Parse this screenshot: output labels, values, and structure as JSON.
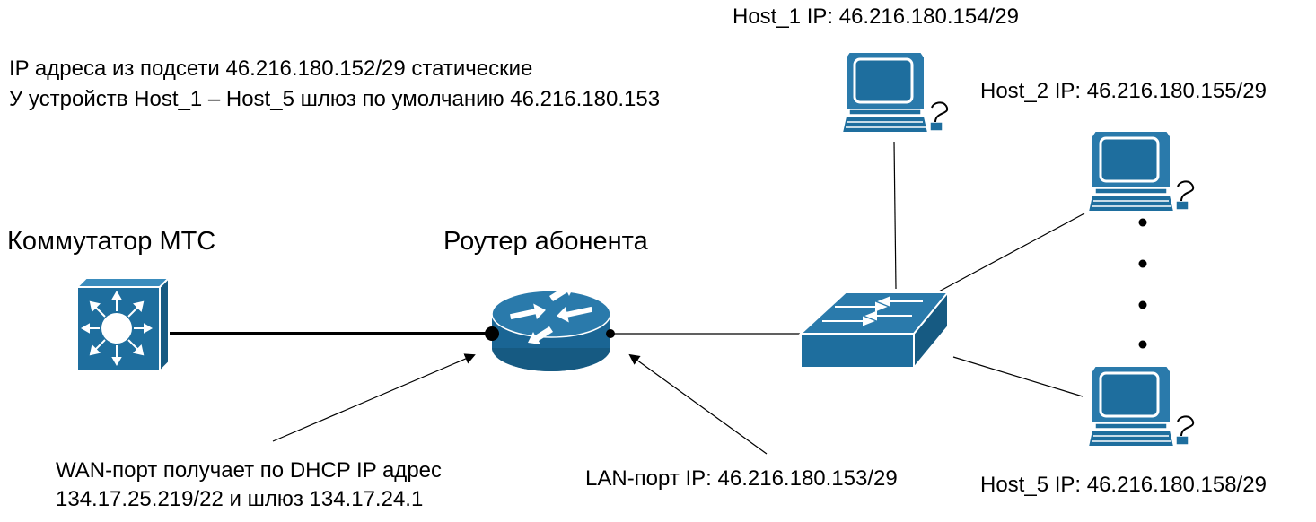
{
  "notes": {
    "line1": "IP адреса из подсети 46.216.180.152/29 статические",
    "line2": "У устройств Host_1 – Host_5 шлюз по умолчанию 46.216.180.153"
  },
  "devices": {
    "switch_isp": {
      "label": "Коммутатор МТС"
    },
    "router": {
      "label": "Роутер абонента"
    },
    "host1": {
      "label": "Host_1 IP: 46.216.180.154/29"
    },
    "host2": {
      "label": "Host_2 IP: 46.216.180.155/29"
    },
    "host5": {
      "label": "Host_5 IP: 46.216.180.158/29"
    }
  },
  "annotations": {
    "wan_line1": "WAN-порт получает по DHCP IP адрес",
    "wan_line2": "134.17.25.219/22 и шлюз 134.17.24.1",
    "lan": "LAN-порт IP: 46.216.180.153/29"
  },
  "colors": {
    "device_fill": "#1e6e9e",
    "device_dark": "#165a82",
    "device_light": "#3a8cbd",
    "line": "#000000"
  },
  "icons": {
    "isp_switch": "layer3-switch-icon",
    "router": "router-icon",
    "lan_switch": "workgroup-switch-icon",
    "hosts": "workstation-icon"
  }
}
